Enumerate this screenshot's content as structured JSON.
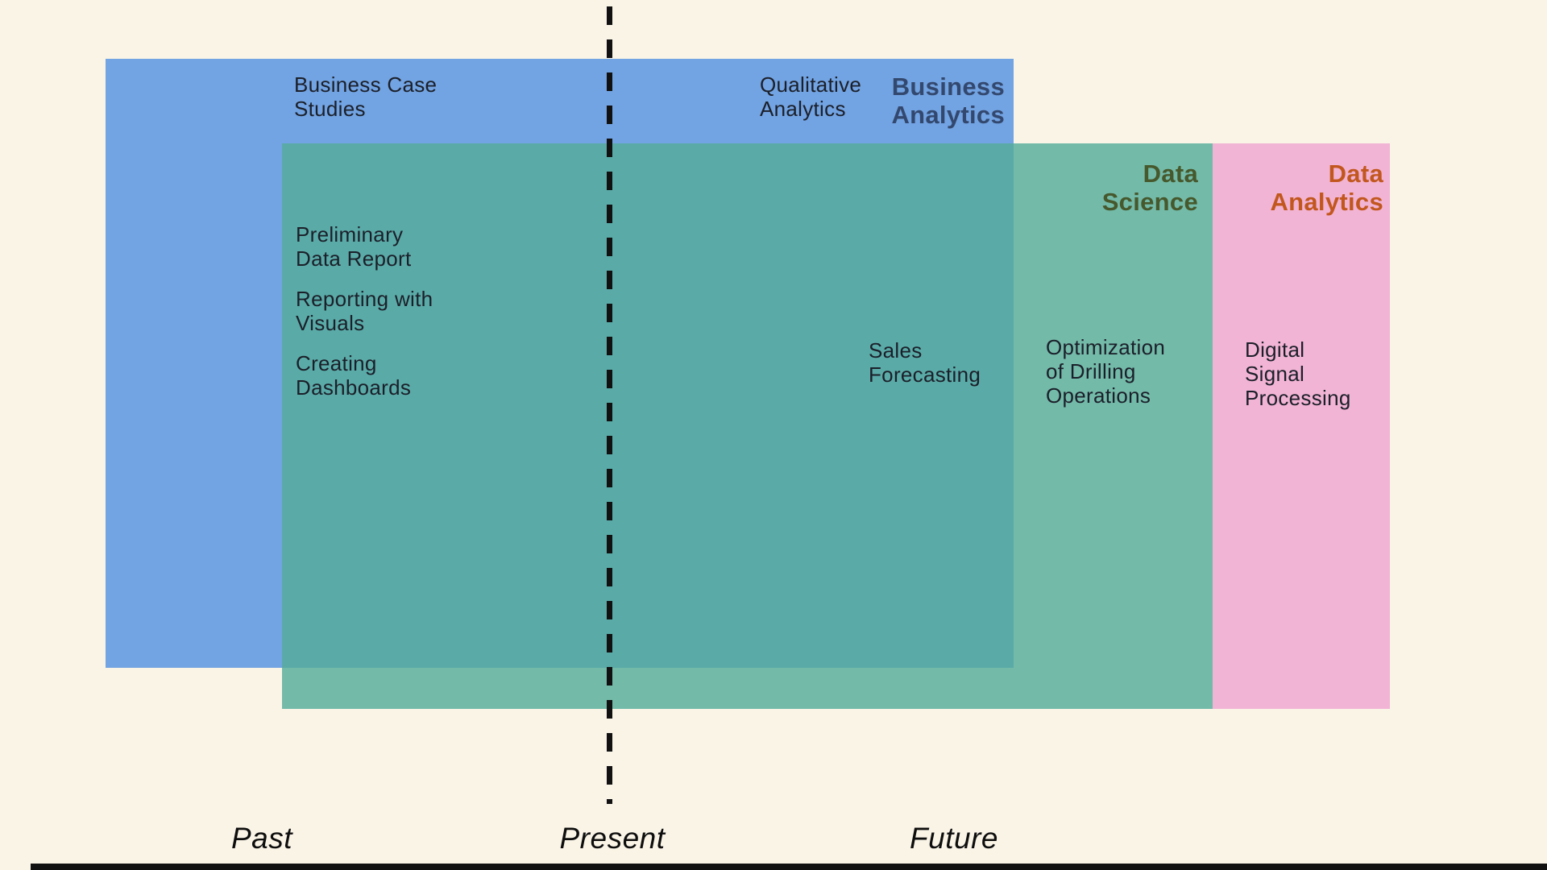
{
  "theme": {
    "background": "#faf4e7",
    "blue": "#72a3e2",
    "teal": "rgba(85,173,155,0.82)",
    "teal_only_rendered": "#74bba9",
    "blue_teal_overlap_rendered": "#5aaca8",
    "pink": "#f2b4d4",
    "navy": "#33486e",
    "olive": "#46582c",
    "rust": "#c2571e",
    "ink": "#1b1f29",
    "line": "#111111"
  },
  "diagram": {
    "regions": {
      "business_analytics": {
        "title": "Business\nAnalytics",
        "items": {
          "business_case_studies": "Business Case\nStudies",
          "qualitative_analytics": "Qualitative\nAnalytics"
        }
      },
      "business_analytics_data_science_overlap": {
        "items": {
          "preliminary_data_report": "Preliminary\nData Report",
          "reporting_with_visuals": "Reporting with\nVisuals",
          "creating_dashboards": "Creating\nDashboards",
          "sales_forecasting": "Sales\nForecasting"
        }
      },
      "data_science": {
        "title": "Data\nScience",
        "items": {
          "optimization_of_drilling_operations": "Optimization\nof Drilling\nOperations"
        }
      },
      "data_analytics": {
        "title": "Data\nAnalytics",
        "items": {
          "digital_signal_processing": "Digital\nSignal\nProcessing"
        }
      }
    },
    "timeline": {
      "past": "Past",
      "present": "Present",
      "future": "Future"
    }
  }
}
